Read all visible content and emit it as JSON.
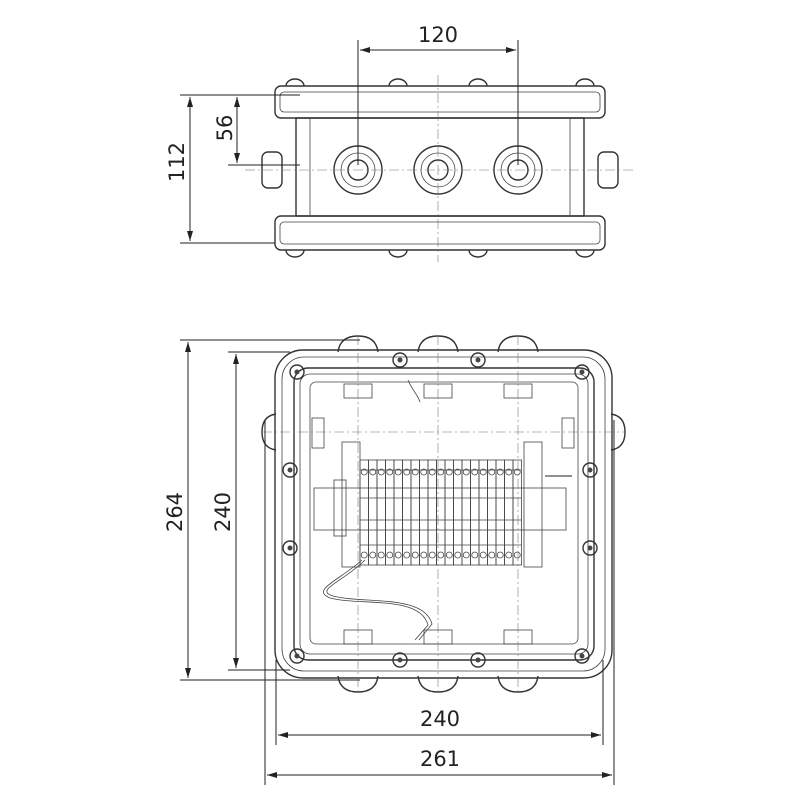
{
  "dimensions": {
    "top_view_gland_spacing": "120",
    "top_view_inner_height": "56",
    "top_view_total_height": "112",
    "front_view_total_height": "264",
    "front_view_inner_height": "240",
    "front_view_inner_width": "240",
    "front_view_total_width": "261"
  },
  "colors": {
    "line": "#333333",
    "background": "#ffffff"
  }
}
